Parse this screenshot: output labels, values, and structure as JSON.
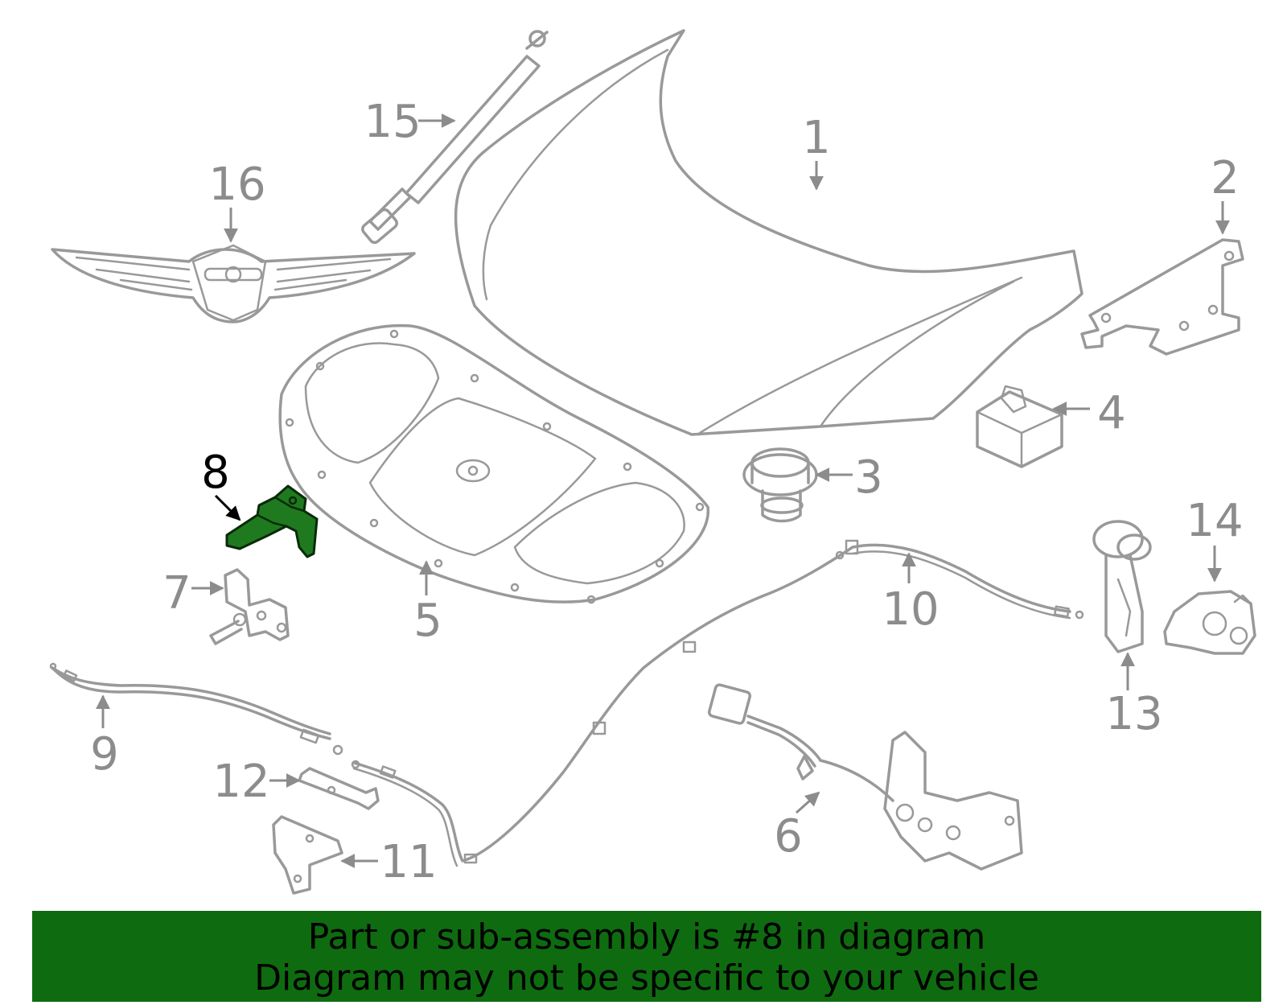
{
  "diagram": {
    "highlighted_part": "8",
    "highlight_color": "#1f7a1f",
    "banner_color": "#0f6b0f",
    "callouts": [
      {
        "id": "c1",
        "label": "1"
      },
      {
        "id": "c2",
        "label": "2"
      },
      {
        "id": "c3",
        "label": "3"
      },
      {
        "id": "c4",
        "label": "4"
      },
      {
        "id": "c5",
        "label": "5"
      },
      {
        "id": "c6",
        "label": "6"
      },
      {
        "id": "c7",
        "label": "7"
      },
      {
        "id": "c8",
        "label": "8"
      },
      {
        "id": "c9",
        "label": "9"
      },
      {
        "id": "c10",
        "label": "10"
      },
      {
        "id": "c11",
        "label": "11"
      },
      {
        "id": "c12",
        "label": "12"
      },
      {
        "id": "c13",
        "label": "13"
      },
      {
        "id": "c14",
        "label": "14"
      },
      {
        "id": "c15",
        "label": "15"
      },
      {
        "id": "c16",
        "label": "16"
      }
    ]
  },
  "banner": {
    "line1": "Part or sub-assembly is #8 in diagram",
    "line2": "Diagram may not be specific to your vehicle"
  }
}
